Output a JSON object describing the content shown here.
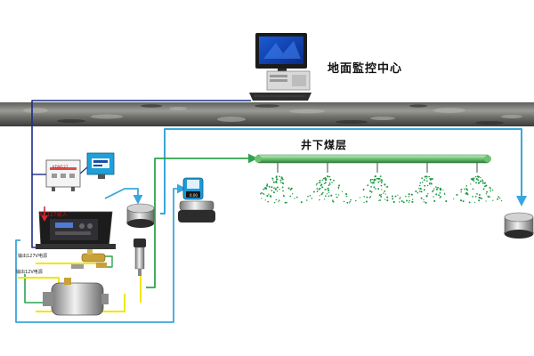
{
  "labels": {
    "surface_center": "地面監控中心",
    "underground_seam": "井下煤层",
    "power_input": "AC127输入",
    "valve_tag_1": "输出127V电源",
    "valve_tag_2": "输出12V电源",
    "device_panel_text": "KDW127",
    "display_reading": "0.00"
  },
  "colors": {
    "line_navy": "#1d2b8a",
    "line_lightblue": "#3aa6dd",
    "line_green": "#2ea44f",
    "line_yellow": "#f2e600",
    "arrow_red": "#d8262c",
    "rock_dark": "#3c3d3c",
    "rock_light": "#8d8e8a",
    "spray_green": "#1f9a45"
  }
}
